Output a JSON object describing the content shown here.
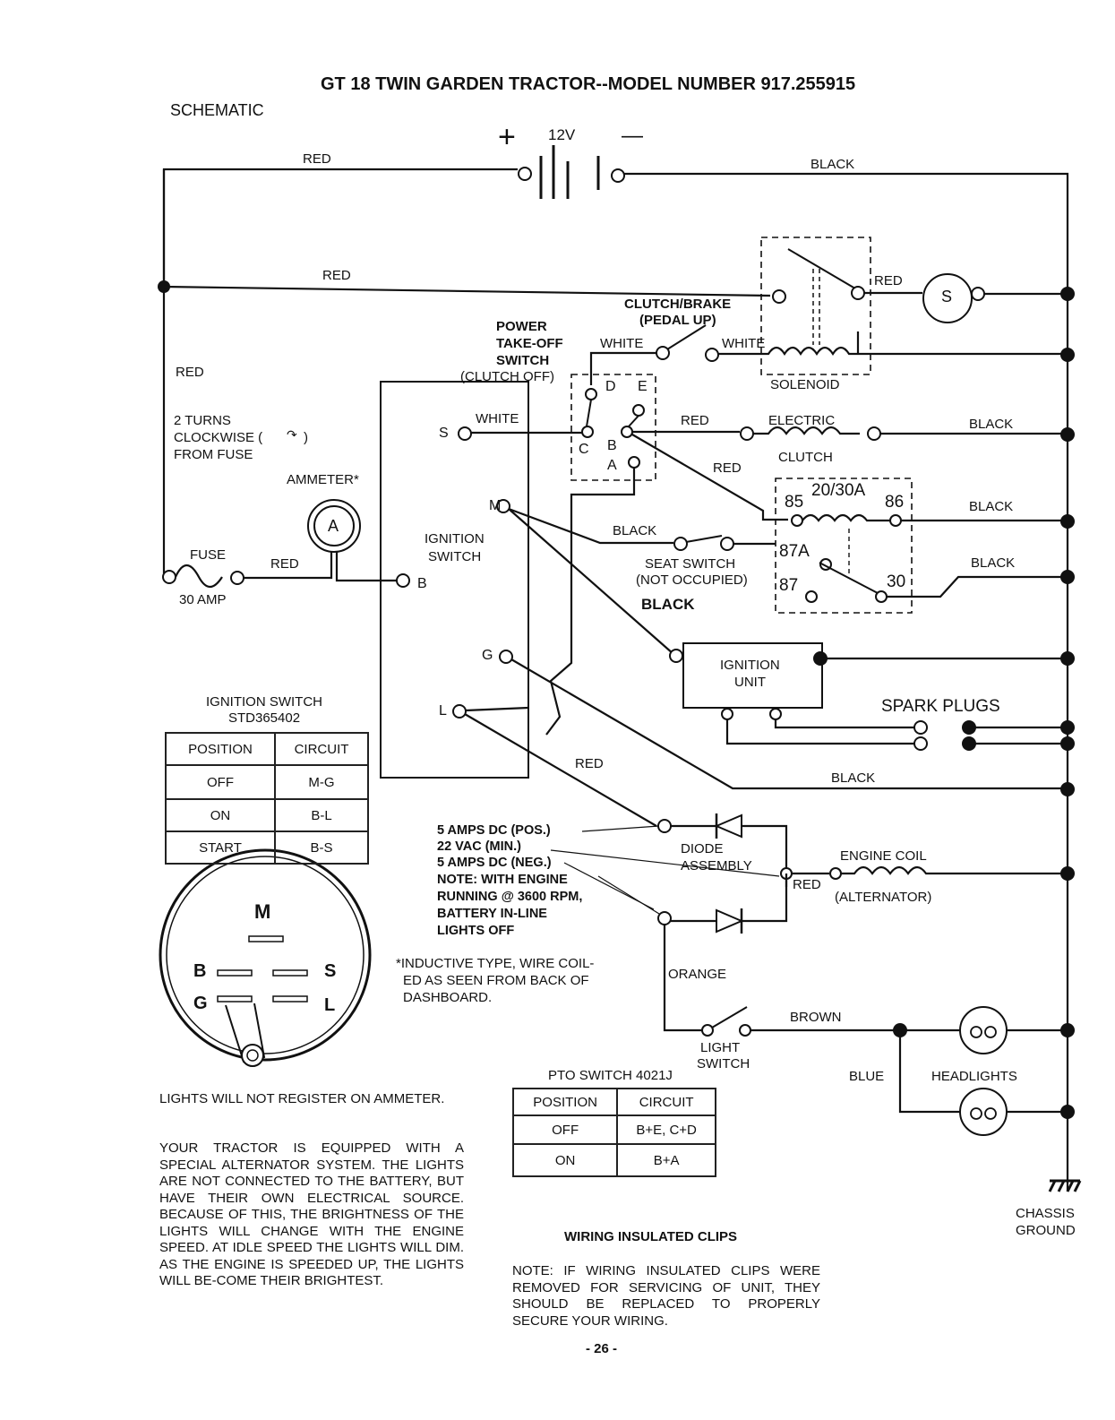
{
  "header": {
    "title": "GT 18 TWIN GARDEN TRACTOR--MODEL NUMBER 917.255915",
    "section": "SCHEMATIC"
  },
  "battery": {
    "plus": "+",
    "voltage": "12V",
    "minus": "—"
  },
  "wire_labels": {
    "red_top": "RED",
    "black_top": "BLACK",
    "red_second": "RED",
    "red_left": "RED",
    "red_to_starter": "RED",
    "white_pto": "WHITE",
    "white_clutch": "WHITE",
    "white_switch_s": "WHITE",
    "red_clutch": "RED",
    "black_clutch": "BLACK",
    "red_relay": "RED",
    "black_relay_86": "BLACK",
    "black_seat": "BLACK",
    "black_relay_30": "BLACK",
    "black_bold": "BLACK",
    "red_fuse": "RED",
    "red_l": "RED",
    "black_ground": "BLACK",
    "red_alt": "RED",
    "orange": "ORANGE",
    "brown": "BROWN",
    "blue": "BLUE"
  },
  "components": {
    "starter": "S",
    "solenoid": "SOLENOID",
    "clutch_brake": [
      "CLUTCH/BRAKE",
      "(PEDAL UP)"
    ],
    "pto_switch": [
      "POWER",
      "TAKE-OFF",
      "SWITCH",
      "(CLUTCH OFF)"
    ],
    "pto_terminals": [
      "D",
      "E",
      "C",
      "B",
      "A"
    ],
    "electric_clutch": [
      "ELECTRIC",
      "CLUTCH"
    ],
    "relay": {
      "rating": "20/30A",
      "t85": "85",
      "t86": "86",
      "t87a": "87A",
      "t87": "87",
      "t30": "30"
    },
    "seat_switch": [
      "SEAT SWITCH",
      "(NOT OCCUPIED)"
    ],
    "ignition_switch_label": [
      "IGNITION",
      "SWITCH"
    ],
    "ignition_terminals": {
      "s": "S",
      "m": "M",
      "b": "B",
      "g": "G",
      "l": "L"
    },
    "ignition_unit": [
      "IGNITION",
      "UNIT"
    ],
    "spark_plugs": "SPARK PLUGS",
    "ammeter": "AMMETER*",
    "ammeter_symbol": "A",
    "fuse": "FUSE",
    "fuse_rating": "30 AMP",
    "turns_note": [
      "2 TURNS",
      "CLOCKWISE (",
      ")",
      "FROM FUSE"
    ],
    "diode": [
      "DIODE",
      "ASSEMBLY"
    ],
    "engine_coil": [
      "ENGINE COIL",
      "(ALTERNATOR)"
    ],
    "light_switch": [
      "LIGHT",
      "SWITCH"
    ],
    "headlights": "HEADLIGHTS",
    "chassis_ground": [
      "CHASSIS",
      "GROUND"
    ]
  },
  "measurement_note": [
    "5 AMPS DC (POS.)",
    "22 VAC (MIN.)",
    "5 AMPS DC (NEG.)",
    "NOTE: WITH ENGINE",
    "RUNNING @ 3600 RPM,",
    "BATTERY IN-LINE",
    "LIGHTS OFF"
  ],
  "inductive_note": [
    "*INDUCTIVE TYPE, WIRE COIL-",
    "ED AS SEEN FROM BACK OF",
    "DASHBOARD."
  ],
  "ignition_table": {
    "title": "IGNITION SWITCH",
    "part": "STD365402",
    "headers": [
      "POSITION",
      "CIRCUIT"
    ],
    "rows": [
      [
        "OFF",
        "M-G"
      ],
      [
        "ON",
        "B-L"
      ],
      [
        "START",
        "B-S"
      ]
    ]
  },
  "connector_face": {
    "m": "M",
    "b": "B",
    "s": "S",
    "g": "G",
    "l": "L"
  },
  "pto_table": {
    "title": "PTO SWITCH 4021J",
    "headers": [
      "POSITION",
      "CIRCUIT"
    ],
    "rows": [
      [
        "OFF",
        "B+E, C+D"
      ],
      [
        "ON",
        "B+A"
      ]
    ]
  },
  "lights_note": "LIGHTS WILL NOT REGISTER ON AMMETER.",
  "alternator_note": "YOUR TRACTOR IS EQUIPPED WITH A SPECIAL ALTERNATOR SYSTEM. THE LIGHTS ARE NOT CONNECTED TO THE BATTERY, BUT HAVE THEIR OWN ELECTRICAL SOURCE. BECAUSE OF THIS, THE BRIGHTNESS OF THE LIGHTS WILL CHANGE WITH THE ENGINE SPEED. AT IDLE SPEED THE LIGHTS WILL DIM. AS THE ENGINE IS SPEEDED UP, THE LIGHTS WILL BE-COME THEIR BRIGHTEST.",
  "clips": {
    "title": "WIRING INSULATED CLIPS",
    "note": "NOTE: IF WIRING INSULATED CLIPS WERE REMOVED FOR SERVICING OF UNIT, THEY SHOULD BE REPLACED TO PROPERLY SECURE YOUR WIRING."
  },
  "page_number": "- 26 -"
}
